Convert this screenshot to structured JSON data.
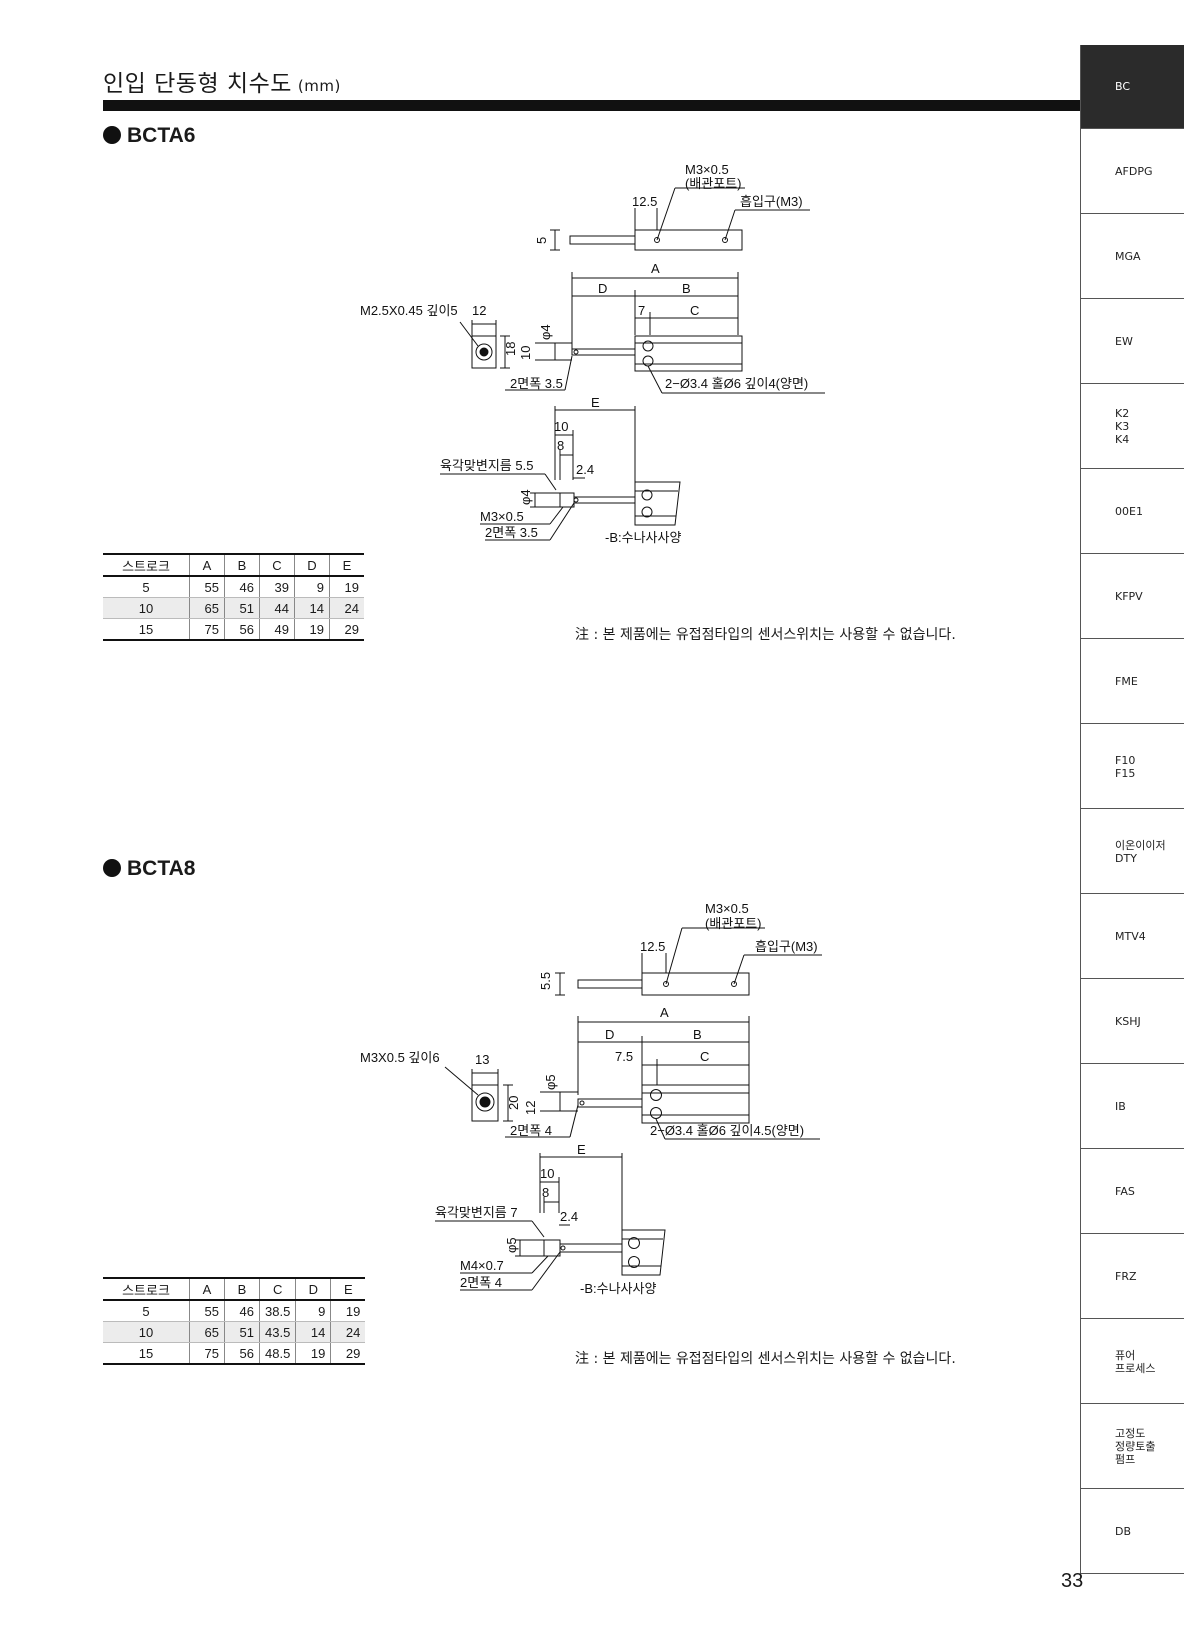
{
  "header": {
    "title": "인입 단동형 치수도",
    "unit": "(mm)"
  },
  "sections": [
    {
      "title": "BCTA6",
      "labels": {
        "m3_port": "M3×0.5",
        "port_name": "(배관포트)",
        "intake": "흡입구(M3)",
        "dim_12_5": "12.5",
        "dim_5": "5",
        "A": "A",
        "B": "B",
        "C": "C",
        "D": "D",
        "E": "E",
        "dim_7": "7",
        "mount_thread": "M2.5X0.45 깊이5",
        "dim_12": "12",
        "dim_18": "18",
        "dim_10": "10",
        "phi4": "φ4",
        "flats": "2면폭 3.5",
        "holes": "2−Ø3.4 홀Ø6 깊이4(양면)",
        "dim_10b": "10",
        "dim_8": "8",
        "hex": "육각맞변지름 5.5",
        "dim_2_4": "2.4",
        "phi4b": "φ4",
        "m3b": "M3×0.5",
        "flats_b": "2면폭 3.5",
        "b_spec": "-B:수나사사양"
      },
      "table": {
        "headers": [
          "스트로크",
          "A",
          "B",
          "C",
          "D",
          "E"
        ],
        "rows": [
          [
            "5",
            "55",
            "46",
            "39",
            "9",
            "19"
          ],
          [
            "10",
            "65",
            "51",
            "44",
            "14",
            "24"
          ],
          [
            "15",
            "75",
            "56",
            "49",
            "19",
            "29"
          ]
        ]
      },
      "note": "注 : 본 제품에는 유접점타입의 센서스위치는 사용할 수 없습니다."
    },
    {
      "title": "BCTA8",
      "labels": {
        "m3_port": "M3×0.5",
        "port_name": "(배관포트)",
        "intake": "흡입구(M3)",
        "dim_12_5": "12.5",
        "dim_5": "5.5",
        "A": "A",
        "B": "B",
        "C": "C",
        "D": "D",
        "E": "E",
        "dim_7": "7.5",
        "mount_thread": "M3X0.5 깊이6",
        "dim_12": "13",
        "dim_18": "20",
        "dim_10": "12",
        "phi4": "φ5",
        "flats": "2면폭 4",
        "holes": "2−Ø3.4 홀Ø6 깊이4.5(양면)",
        "dim_10b": "10",
        "dim_8": "8",
        "hex": "육각맞변지름 7",
        "dim_2_4": "2.4",
        "phi4b": "φ5",
        "m3b": "M4×0.7",
        "flats_b": "2면폭 4",
        "b_spec": "-B:수나사사양"
      },
      "table": {
        "headers": [
          "스트로크",
          "A",
          "B",
          "C",
          "D",
          "E"
        ],
        "rows": [
          [
            "5",
            "55",
            "46",
            "38.5",
            "9",
            "19"
          ],
          [
            "10",
            "65",
            "51",
            "43.5",
            "14",
            "24"
          ],
          [
            "15",
            "75",
            "56",
            "48.5",
            "19",
            "29"
          ]
        ]
      },
      "note": "注 : 본 제품에는 유접점타입의 센서스위치는 사용할 수 없습니다."
    }
  ],
  "side_nav": [
    "BC",
    "AFDPG",
    "MGA",
    "EW",
    "K2\nK3\nK4",
    "00E1",
    "KFPV",
    "FME",
    "F10\nF15",
    "이온이이저\nDTY",
    "MTV4",
    "KSHJ",
    "IB",
    "FAS",
    "FRZ",
    "퓨어\n프로세스",
    "고정도\n정량토출\n펌프",
    "DB"
  ],
  "active_nav": "BC",
  "page_number": "33"
}
